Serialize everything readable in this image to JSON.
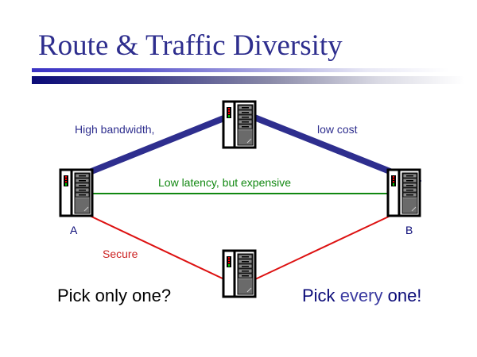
{
  "slide": {
    "title": "Route & Traffic Diversity"
  },
  "colors": {
    "title": "#2e2e8e",
    "high_bandwidth_link": "#2e2e8e",
    "low_latency_link": "#118811",
    "secure_link": "#dd1111",
    "navy_text": "#0b0b78",
    "every_highlight": "#3a3aa0"
  },
  "diagram": {
    "nodes": [
      {
        "id": "A",
        "label": "A",
        "icon": "server-icon"
      },
      {
        "id": "top",
        "label": "",
        "icon": "server-icon"
      },
      {
        "id": "B",
        "label": "B",
        "icon": "server-icon"
      },
      {
        "id": "bottom",
        "label": "",
        "icon": "server-icon"
      }
    ],
    "links": [
      {
        "from": "A",
        "to": "top",
        "kind": "thick",
        "color_key": "high_bandwidth_link"
      },
      {
        "from": "top",
        "to": "B",
        "kind": "thick",
        "color_key": "high_bandwidth_link"
      },
      {
        "from": "A",
        "to": "B",
        "kind": "medium",
        "color_key": "low_latency_link"
      },
      {
        "from": "A",
        "to": "bottom",
        "kind": "thin",
        "color_key": "secure_link"
      },
      {
        "from": "bottom",
        "to": "B",
        "kind": "thin",
        "color_key": "secure_link"
      }
    ],
    "labels": {
      "high_bandwidth": "High bandwidth,",
      "low_cost": "low cost",
      "low_latency": "Low latency, but expensive",
      "secure": "Secure",
      "node_a": "A",
      "node_b": "B"
    }
  },
  "captions": {
    "left": "Pick only one?",
    "right_pre": "Pick ",
    "right_highlight": "every",
    "right_post": " one!"
  }
}
